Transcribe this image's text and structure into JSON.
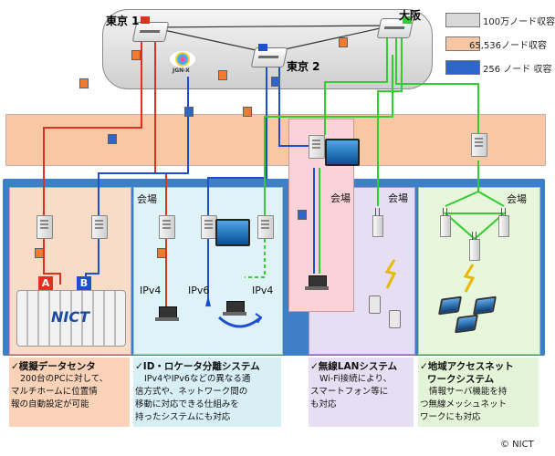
{
  "nodes": {
    "tokyo1": "東京 1",
    "tokyo2": "東京 2",
    "osaka": "大阪",
    "jgnx": "JGN-X"
  },
  "legend": [
    {
      "label": "100万ノード収容",
      "color": "#d9d9d9"
    },
    {
      "label": "65,536ノード収容",
      "color": "#f8c8a4"
    },
    {
      "label": "256 ノード 収容",
      "color": "#2e66c8"
    }
  ],
  "venue_labels": {
    "v1": "会場",
    "v2": "会場",
    "v3": "会場",
    "v4": "会場"
  },
  "proto_labels": {
    "p1": "IPv4",
    "p2": "IPv6",
    "p3": "IPv4"
  },
  "tags": {
    "a": "A",
    "b": "B"
  },
  "nict_logo": "NICT",
  "copyright": "© NICT",
  "captions": [
    {
      "title": "✓模擬データセンタ",
      "lines": [
        "200台のPCに対して、",
        "マルチホームに位置情",
        "報の自動設定が可能"
      ]
    },
    {
      "title": "✓ID・ロケータ分離システム",
      "lines": [
        "IPv4やIPv6などの異なる通",
        "信方式や、ネットワーク間の",
        "移動に対応できる仕組みを",
        "持ったシステムにも対応"
      ]
    },
    {
      "title": "✓無線LANシステム",
      "lines": [
        "Wi-Fi接続により、",
        "スマートフォン等に",
        "も対応"
      ]
    },
    {
      "title": "✓地域アクセスネット",
      "lines": [
        "ワークシステム",
        "情報サーバ機能を持",
        "つ無線メッシュネット",
        "ワークにも対応"
      ]
    }
  ],
  "colors": {
    "red_link": "#e03020",
    "blue_link": "#1f4fd0",
    "green_link": "#33cc33",
    "orange_band": "#f8c8a4",
    "blue_band": "#3f7fc8"
  }
}
